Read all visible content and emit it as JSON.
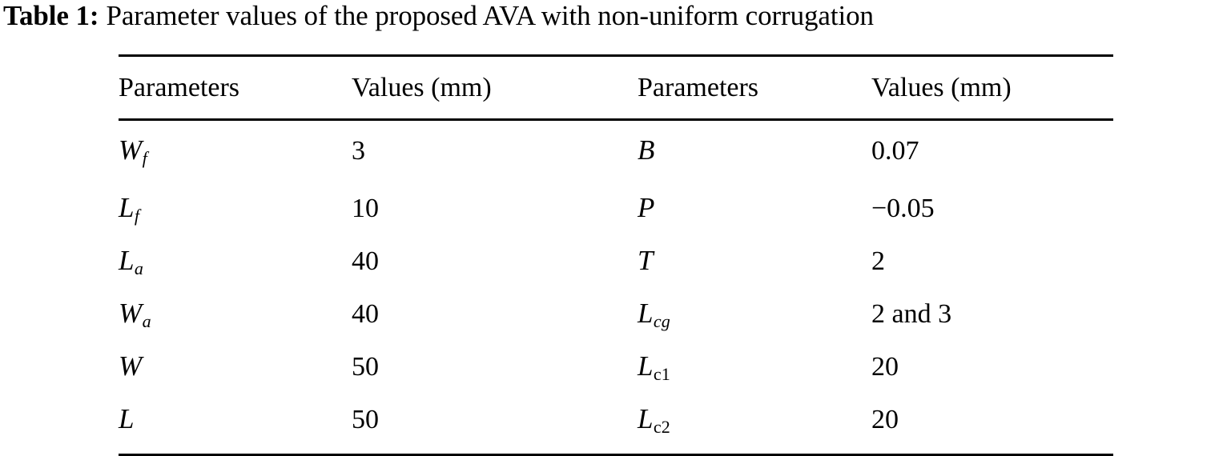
{
  "caption": {
    "label": "Table 1:",
    "text": "Parameter values of the proposed AVA with non-uniform corrugation"
  },
  "table": {
    "headers": [
      "Parameters",
      "Values (mm)",
      "Parameters",
      "Values (mm)"
    ],
    "rows": [
      {
        "param_left_base": "W",
        "param_left_sub": "f",
        "param_left_sub_style": "italic",
        "value_left": "3",
        "param_right_base": "B",
        "param_right_sub": "",
        "param_right_sub_style": "italic",
        "value_right": "0.07"
      },
      {
        "param_left_base": "L",
        "param_left_sub": "f",
        "param_left_sub_style": "italic",
        "value_left": "10",
        "param_right_base": "P",
        "param_right_sub": "",
        "param_right_sub_style": "italic",
        "value_right": "−0.05"
      },
      {
        "param_left_base": "L",
        "param_left_sub": "a",
        "param_left_sub_style": "italic",
        "value_left": "40",
        "param_right_base": "T",
        "param_right_sub": "",
        "param_right_sub_style": "italic",
        "value_right": "2"
      },
      {
        "param_left_base": "W",
        "param_left_sub": "a",
        "param_left_sub_style": "italic",
        "value_left": "40",
        "param_right_base": "L",
        "param_right_sub": "cg",
        "param_right_sub_style": "italic",
        "value_right": "2 and 3"
      },
      {
        "param_left_base": "W",
        "param_left_sub": "",
        "param_left_sub_style": "italic",
        "value_left": "50",
        "param_right_base": "L",
        "param_right_sub": "c1",
        "param_right_sub_style": "upright",
        "value_right": "20"
      },
      {
        "param_left_base": "L",
        "param_left_sub": "",
        "param_left_sub_style": "italic",
        "value_left": "50",
        "param_right_base": "L",
        "param_right_sub": "c2",
        "param_right_sub_style": "upright",
        "value_right": "20"
      }
    ]
  },
  "style": {
    "text_color": "#000000",
    "background": "#ffffff",
    "rule_color": "#000000"
  }
}
